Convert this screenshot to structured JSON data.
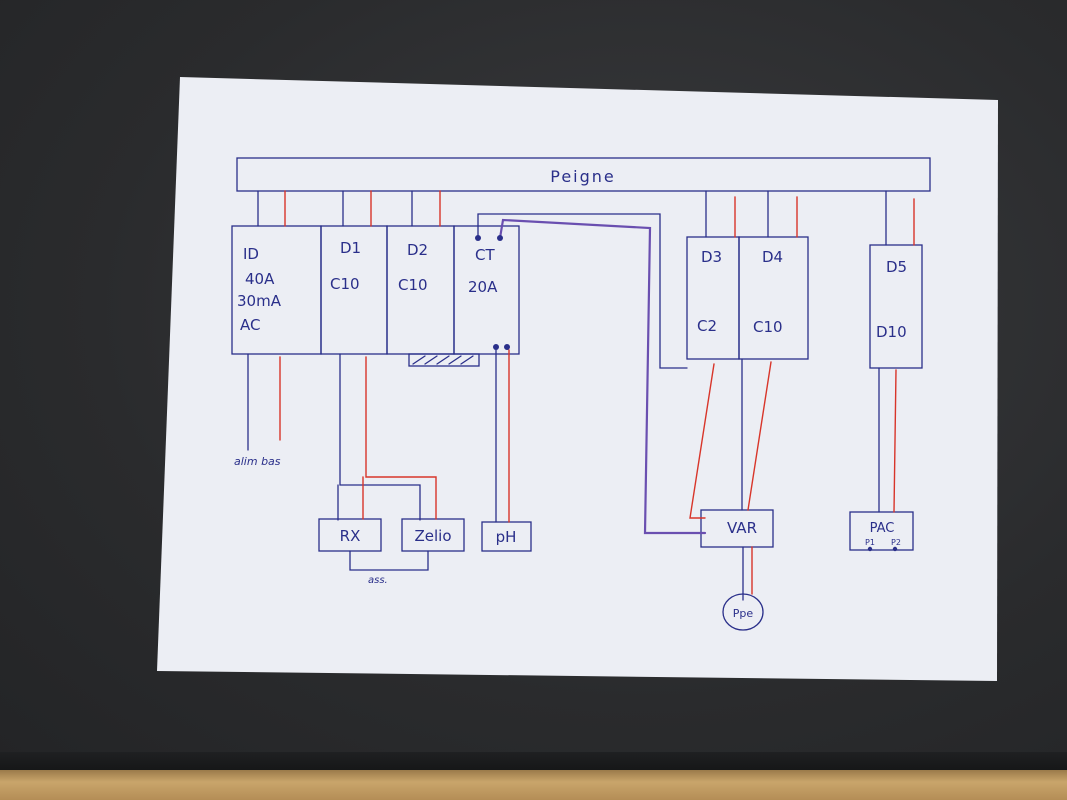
{
  "busbar": {
    "label": "Peigne"
  },
  "breakers": [
    {
      "id": "id",
      "lines": [
        "ID",
        "40A",
        "30mA",
        "AC"
      ]
    },
    {
      "id": "d1",
      "lines": [
        "D1",
        "C10"
      ]
    },
    {
      "id": "d2",
      "lines": [
        "D2",
        "C10"
      ]
    },
    {
      "id": "ct",
      "lines": [
        "CT",
        "20A"
      ]
    },
    {
      "id": "d3",
      "lines": [
        "D3",
        "C2"
      ]
    },
    {
      "id": "d4",
      "lines": [
        "D4",
        "C10"
      ]
    },
    {
      "id": "d5",
      "lines": [
        "D5",
        "D10"
      ]
    }
  ],
  "loads": {
    "rx": "RX",
    "zelio": "Zelio",
    "ph": "pH",
    "var": "VAR",
    "pac": "PAC",
    "pac_p1": "P1",
    "pac_p2": "P2",
    "ppe": "Ppe"
  },
  "notes": {
    "alim_bas": "alim bas",
    "ass": "ass."
  },
  "colors": {
    "blue_ink": "#2a2f8a",
    "red_ink": "#d8352a",
    "purple_ink": "#6a4fb0",
    "paper": "#eeeff4"
  }
}
